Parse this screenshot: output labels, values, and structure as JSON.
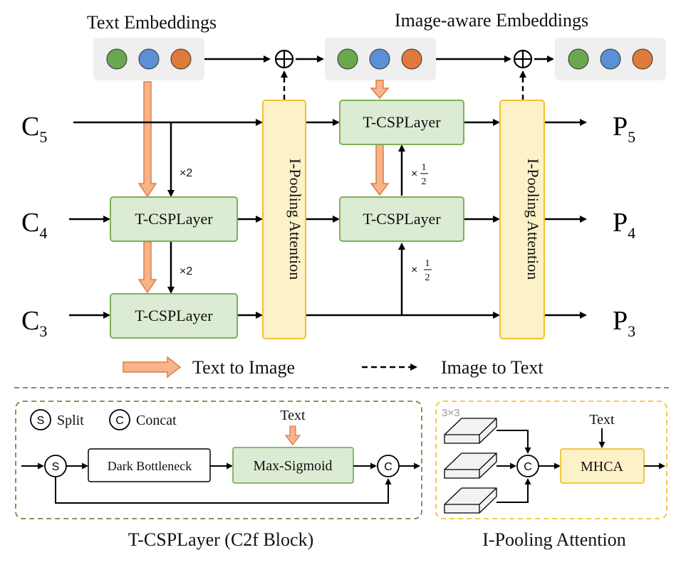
{
  "top": {
    "text_embeddings_label": "Text Embeddings",
    "image_aware_embeddings_label": "Image-aware Embeddings"
  },
  "inputs": {
    "c5_main": "C",
    "c5_sub": "5",
    "c4_main": "C",
    "c4_sub": "4",
    "c3_main": "C",
    "c3_sub": "3"
  },
  "outputs": {
    "p5_main": "P",
    "p5_sub": "5",
    "p4_main": "P",
    "p4_sub": "4",
    "p3_main": "P",
    "p3_sub": "3"
  },
  "blocks": {
    "tcsp_label": "T-CSPLayer",
    "ipool_label": "I-Pooling Attention"
  },
  "multipliers": {
    "x2": "×2",
    "x_half_prefix": "×",
    "half_num": "1",
    "half_den": "2"
  },
  "legend": {
    "text_to_image": "Text to Image",
    "image_to_text": "Image to Text"
  },
  "detail_tcsp": {
    "split_symbol": "S",
    "split_label": "Split",
    "concat_symbol": "C",
    "concat_label": "Concat",
    "text_label": "Text",
    "dark_bottleneck": "Dark Bottleneck",
    "max_sigmoid": "Max-Sigmoid",
    "caption": "T-CSPLayer (C2f Block)"
  },
  "detail_ipool": {
    "kernel_note": "3×3",
    "concat_symbol": "C",
    "text_label": "Text",
    "mhca": "MHCA",
    "caption": "I-Pooling Attention"
  },
  "colors": {
    "green_fill": "#dcebd3",
    "green_stroke": "#7db15a",
    "yellow_fill": "#fdf1c7",
    "yellow_stroke": "#f2c230",
    "orange_fill": "#f5b48c",
    "orange_stroke": "#e07a45",
    "emb_bg": "#efefef",
    "dot_green": "#6aa84f",
    "dot_blue": "#5b8fd6",
    "dot_orange": "#e07a3a",
    "dash_grey": "#888888",
    "dash_green": "#6b8e3e",
    "dash_yellow": "#f2c230"
  }
}
